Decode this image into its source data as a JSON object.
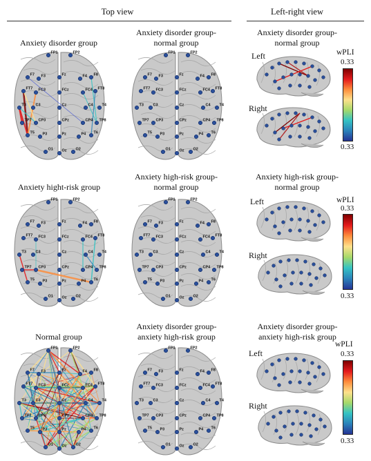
{
  "headers": {
    "top_view": "Top view",
    "left_right_view": "Left-right view"
  },
  "colorbar": {
    "label": "wPLI",
    "max": "0.33",
    "min": "0.33"
  },
  "side_labels": {
    "left": "Left",
    "right": "Right"
  },
  "rows": [
    {
      "col1_title": "Anxiety disorder group",
      "col2_title": "Anxiety disorder group-\nnormal group",
      "col3_title": "Anxiety disorder group-\nnormal group"
    },
    {
      "col1_title": "Anxiety hight-risk group",
      "col2_title": "Anxiety high-risk group-\nnormal group",
      "col3_title": "Anxiety high-risk group-\nnormal group"
    },
    {
      "col1_title": "Normal group",
      "col2_title": "Anxiety disorder group-\nanxiety high-risk group",
      "col3_title": "Anxiety disorder group-\nanxiety high-risk group"
    }
  ],
  "electrodes": [
    "FP1",
    "FP2",
    "F7",
    "F3",
    "Fz",
    "F4",
    "F8",
    "FT7",
    "FC3",
    "FCz",
    "FC4",
    "FT8",
    "T3",
    "C3",
    "Cz",
    "C4",
    "T4",
    "TP7",
    "CP3",
    "CPz",
    "CP4",
    "TP8",
    "T5",
    "P3",
    "Pz",
    "P4",
    "T6",
    "O1",
    "Oz",
    "O2"
  ],
  "colors": {
    "node": "#2a4f9a",
    "brain_fill": "#c9c9c9",
    "brain_stroke": "#8a8a8a"
  }
}
